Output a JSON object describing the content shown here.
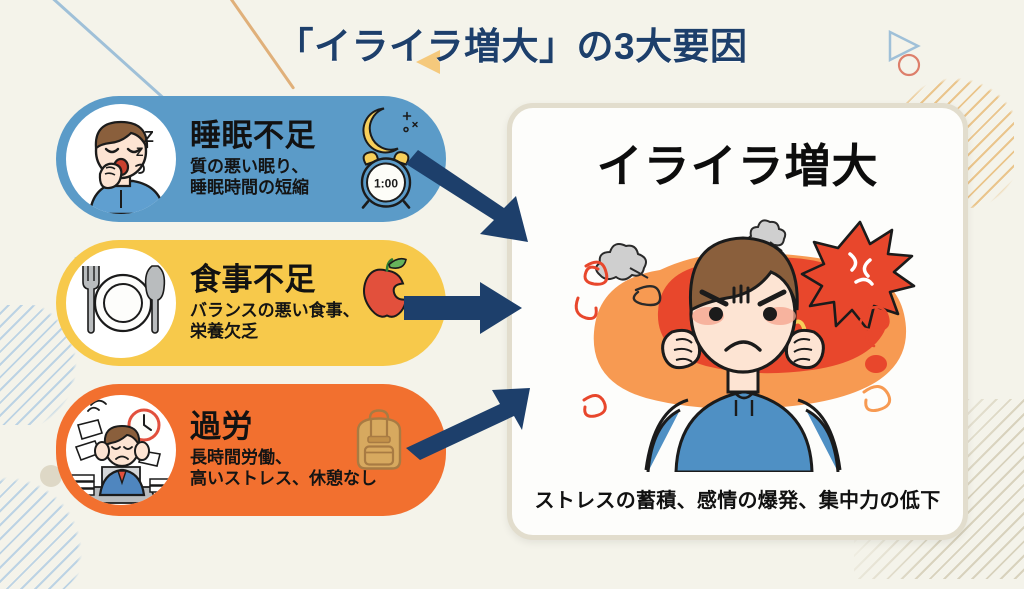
{
  "page": {
    "title": "「イライラ増大」の3大要因",
    "background_color": "#f4f3ea",
    "title_color": "#1d3f6b",
    "arrow_color": "#1d3f6b"
  },
  "causes": [
    {
      "id": "sleep",
      "title": "睡眠不足",
      "subtitle": "質の悪い眠り、\n睡眠時間の短縮",
      "color": "#5b9bc8",
      "avatar_icon": "yawning-person-icon",
      "icons": [
        "crescent-moon-icon",
        "alarm-clock-icon"
      ],
      "clock_time": "1:00",
      "arrow_direction": "down-right"
    },
    {
      "id": "food",
      "title": "食事不足",
      "subtitle": "バランスの悪い食事、\n栄養欠乏",
      "color": "#f7c94b",
      "avatar_icon": "plate-cutlery-icon",
      "icons": [
        "bitten-apple-icon"
      ],
      "arrow_direction": "right"
    },
    {
      "id": "work",
      "title": "過労",
      "subtitle": "長時間労働、\n高いストレス、休憩なし",
      "color": "#f2702f",
      "avatar_icon": "stressed-worker-icon",
      "icons": [
        "backpack-icon"
      ],
      "arrow_direction": "up-right"
    }
  ],
  "result": {
    "title": "イライラ増大",
    "caption": "ストレスの蓄積、感情の爆発、集中力の低下",
    "illustration": "angry-person-icon",
    "panel_background": "#fdfdfb",
    "panel_border": "#e2ddcd"
  },
  "decorations": {
    "triangle_blue": "triangle-outline-icon",
    "triangle_orange": "triangle-filled-icon",
    "circle_red": "circle-outline-icon",
    "dot_beige": "dot-icon"
  }
}
